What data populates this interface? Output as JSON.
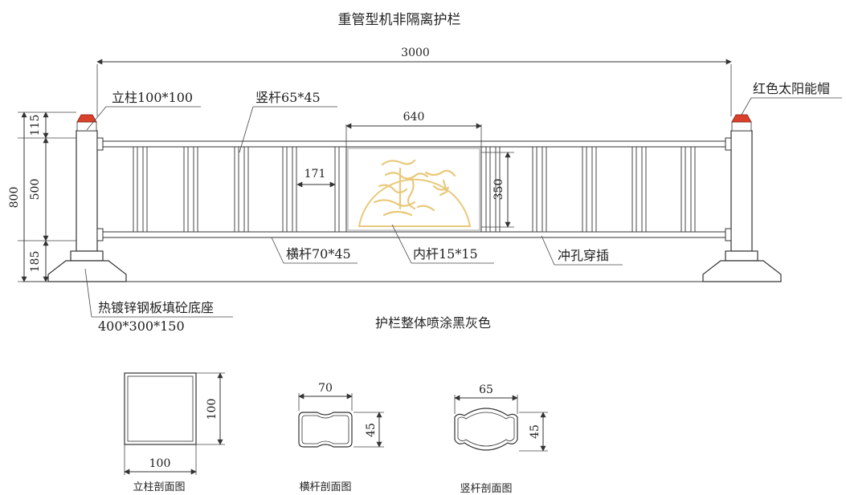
{
  "title": "重管型机非隔离护栏",
  "dimensions": {
    "total_width": "3000",
    "panel_width": "640",
    "bar_spacing": "171",
    "panel_height": "350",
    "total_height": "800",
    "top_height": "115",
    "middle_height": "500",
    "bottom_height": "185"
  },
  "labels": {
    "post": "立柱100*100",
    "vertical_bar": "竖杆65*45",
    "solar_cap": "红色太阳能帽",
    "horizontal_rail": "横杆70*45",
    "inner_bar": "内杆15*15",
    "punch_insert": "冲孔穿插",
    "base_line1": "热镀锌钢板填砼底座",
    "base_line2": "400*300*150",
    "paint_note": "护栏整体喷涂黑灰色"
  },
  "sections": {
    "post": {
      "width": "100",
      "height": "100",
      "caption": "立柱剖面图"
    },
    "rail": {
      "width": "70",
      "height": "45",
      "caption": "横杆剖面图"
    },
    "vbar": {
      "width": "65",
      "height": "45",
      "caption": "竖杆剖面图"
    }
  },
  "colors": {
    "cap_red": "#d9412b",
    "panel_gold": "#e8c97a",
    "line": "#333333"
  }
}
